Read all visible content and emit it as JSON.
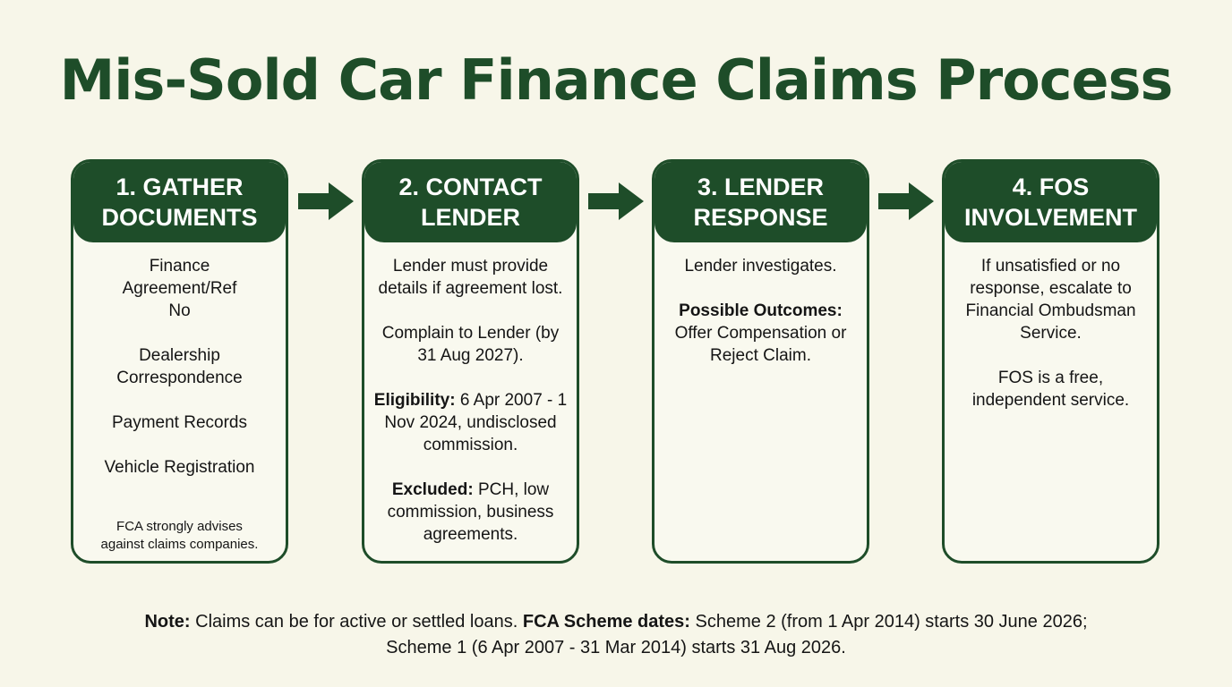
{
  "title": "Mis-Sold Car Finance Claims Process",
  "colors": {
    "primary": "#1e4d29",
    "background": "#f7f6e9"
  },
  "steps": [
    {
      "heading_line1": "1. GATHER",
      "heading_line2": "DOCUMENTS",
      "items": [
        "Finance Agreement/Ref No",
        "Dealership Correspondence",
        "Payment Records",
        "Vehicle Registration"
      ],
      "note": "FCA strongly advises against claims companies."
    },
    {
      "heading_line1": "2. CONTACT",
      "heading_line2": "LENDER",
      "para1": "Lender must provide details if agreement lost.",
      "para2": "Complain to Lender (by 31 Aug 2027).",
      "eligibility_label": "Eligibility:",
      "eligibility_text": "6 Apr 2007 - 1 Nov 2024, undisclosed commission.",
      "excluded_label": "Excluded:",
      "excluded_text": "PCH, low commission, business agreements."
    },
    {
      "heading_line1": "3. LENDER",
      "heading_line2": "RESPONSE",
      "para1": "Lender investigates.",
      "outcomes_label": "Possible Outcomes:",
      "outcomes_text": "Offer Compensation or Reject Claim."
    },
    {
      "heading_line1": "4. FOS",
      "heading_line2": "INVOLVEMENT",
      "para1": "If unsatisfied or no response, escalate to Financial Ombudsman Service.",
      "para2": "FOS is a free, independent service."
    }
  ],
  "arrow_icon": "right-arrow-icon",
  "footer": {
    "note_label": "Note:",
    "note_text": "Claims can be for active or settled loans.",
    "scheme_label": "FCA Scheme dates:",
    "scheme_text_line1": "Scheme 2 (from 1 Apr 2014) starts 30 June 2026;",
    "scheme_text_line2": "Scheme 1 (6 Apr 2007 - 31 Mar 2014) starts 31 Aug 2026."
  }
}
